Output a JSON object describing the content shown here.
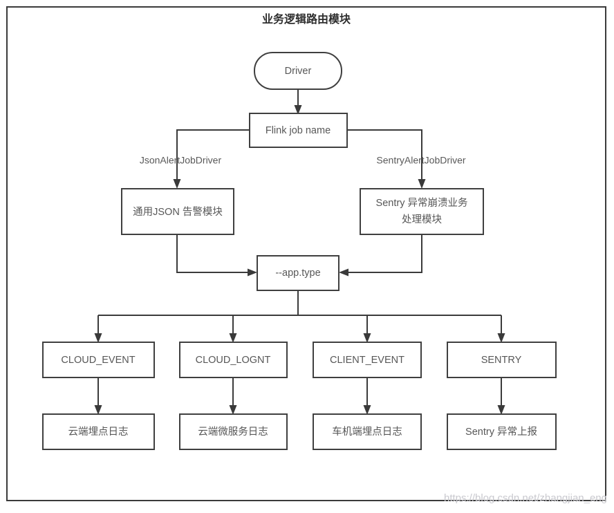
{
  "diagram": {
    "title": "业务逻辑路由模块",
    "watermark": "https://blog.csdn.net/zhangjian_eng",
    "colors": {
      "background": "#ffffff",
      "frame_border": "#3a3a3a",
      "node_border": "#3f3f3f",
      "node_fill": "#ffffff",
      "edge_line": "#3a3a3a",
      "node_text": "#575757",
      "title_text": "#2e2e2e",
      "watermark_text": "#c9c9cf"
    },
    "nodes": {
      "driver": "Driver",
      "flink_job_name": "Flink job name",
      "json_alert_module": "通用JSON 告警模块",
      "sentry_module_line1": "Sentry 异常崩溃业务",
      "sentry_module_line2": "处理模块",
      "app_type": "--app.type",
      "cloud_event": "CLOUD_EVENT",
      "cloud_lognt": "CLOUD_LOGNT",
      "client_event": "CLIENT_EVENT",
      "sentry": "SENTRY",
      "cloud_tracking_log": "云端埋点日志",
      "cloud_microservice_log": "云端微服务日志",
      "vehicle_tracking_log": "车机端埋点日志",
      "sentry_exception_report": "Sentry 异常上报"
    },
    "edge_labels": {
      "json_alert_job_driver": "JsonAlertJobDriver",
      "sentry_alert_job_driver": "SentryAlertJobDriver"
    }
  }
}
